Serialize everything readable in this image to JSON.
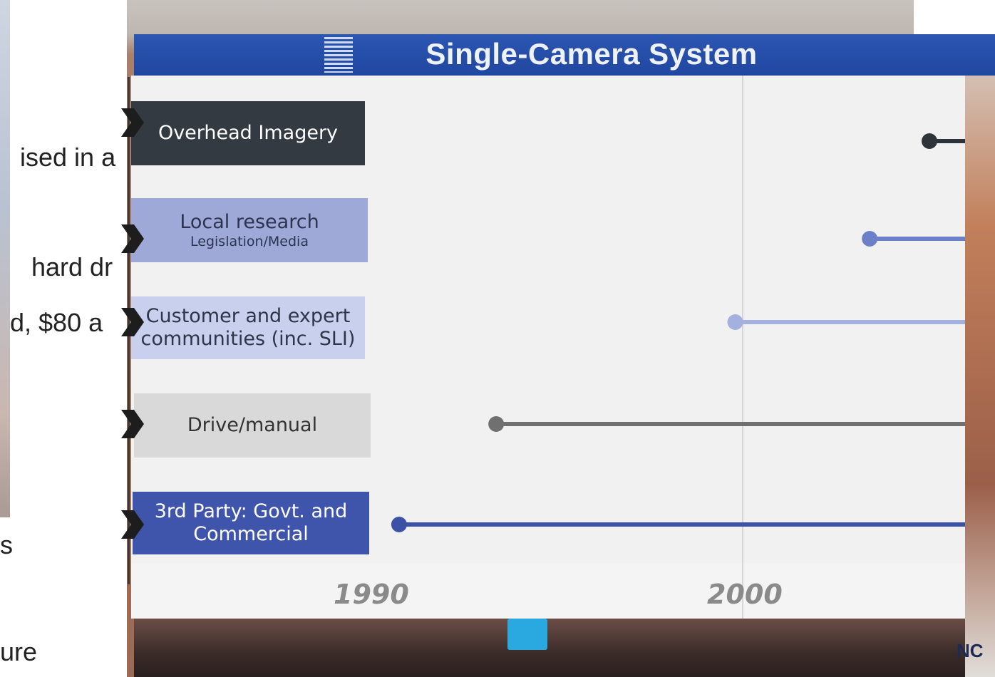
{
  "background": {
    "partial_text": [
      "ised in a",
      "hard dr",
      "d, $80 a",
      "s",
      "ure"
    ],
    "photo_title": "Single-Camera System",
    "photo_logo": "NC"
  },
  "chart_data": {
    "type": "timeline",
    "x_axis": {
      "ticks": [
        1990,
        2000
      ],
      "tick_labels": [
        "1990",
        "2000"
      ]
    },
    "categories": [
      {
        "label": "Overhead Imagery",
        "sublabel": "",
        "start": 2005,
        "color": "#2f343b",
        "label_bg": "#343a42",
        "label_fg": "#ffffff"
      },
      {
        "label": "Local research",
        "sublabel": "Legislation/Media",
        "start": 2003.4,
        "color": "#6c80c8",
        "label_bg": "#9ea9d8",
        "label_fg": "#2c3450"
      },
      {
        "label": "Customer and expert communities (inc. SLI)",
        "sublabel": "",
        "start": 1999.8,
        "color": "#a3b0e0",
        "label_bg": "#c9d0ee",
        "label_fg": "#2f3548"
      },
      {
        "label": "Drive/manual",
        "sublabel": "",
        "start": 1993.4,
        "color": "#707070",
        "label_bg": "#d9d9d9",
        "label_fg": "#333333"
      },
      {
        "label": "3rd Party: Govt. and Commercial",
        "sublabel": "",
        "start": 1990.8,
        "color": "#3b52a8",
        "label_bg": "#3f55ac",
        "label_fg": "#ffffff"
      }
    ]
  }
}
